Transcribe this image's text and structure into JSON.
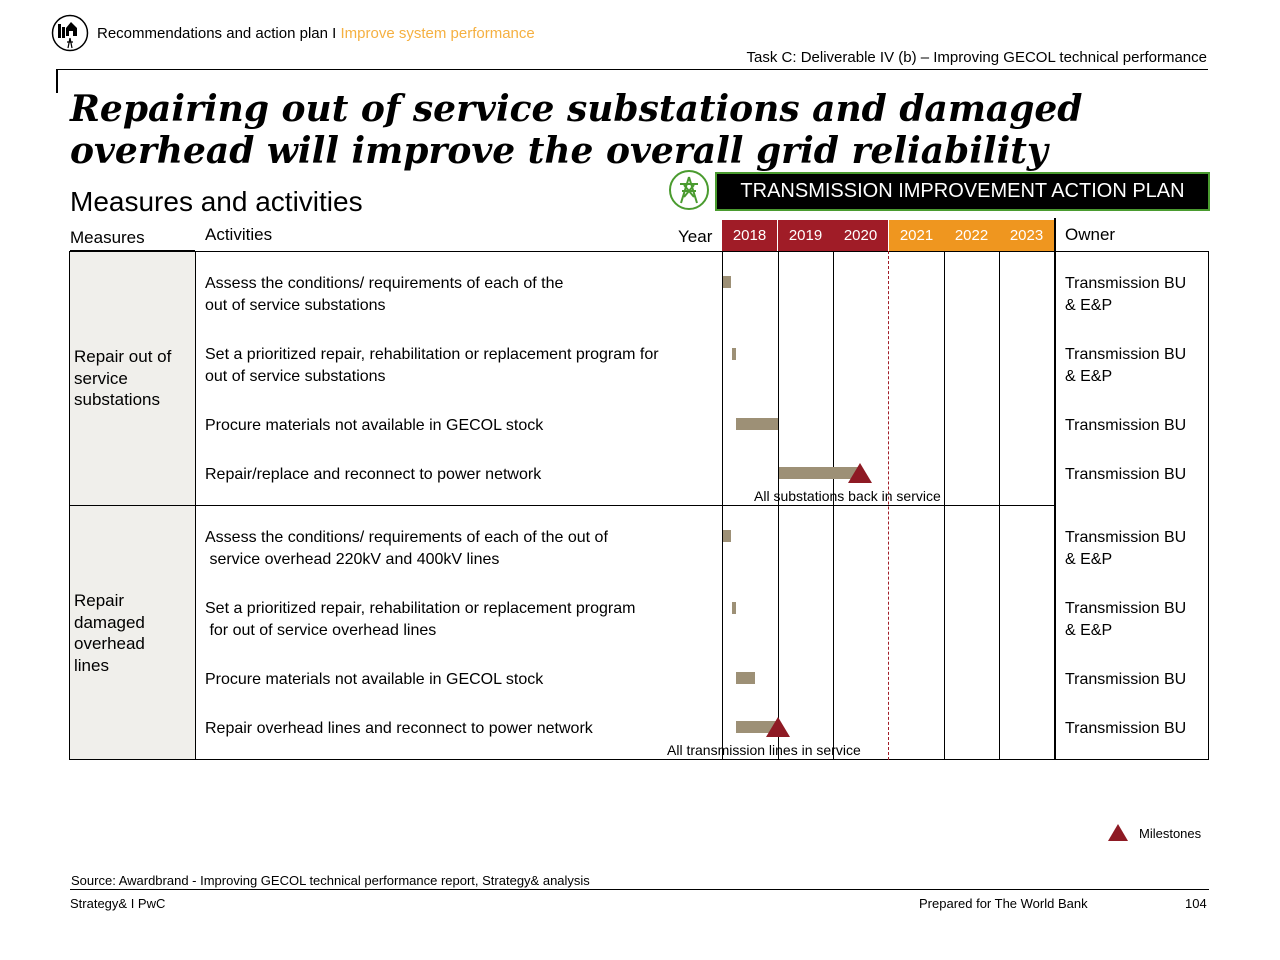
{
  "header": {
    "breadcrumb_main": "Recommendations and action plan I ",
    "breadcrumb_highlight": "Improve system performance",
    "task": "Task C: Deliverable IV (b) – Improving GECOL technical performance"
  },
  "title": "Repairing out of service substations and damaged overhead will improve the overall grid reliability",
  "subtitle": "Measures and activities",
  "banner": "TRANSMISSION IMPROVEMENT ACTION PLAN",
  "table": {
    "col_measures": "Measures",
    "col_activities": "Activities",
    "col_year": "Year",
    "col_owner": "Owner",
    "years": [
      "2018",
      "2019",
      "2020",
      "2021",
      "2022",
      "2023"
    ],
    "groups": [
      {
        "measure": "Repair out of service substations",
        "activities": [
          {
            "line1": "Assess the conditions/ requirements of each of the",
            "line2": "out of service substations",
            "owner1": "Transmission BU",
            "owner2": "& E&P"
          },
          {
            "line1": "Set a prioritized repair, rehabilitation or replacement program for",
            "line2": "out of service substations",
            "owner1": "Transmission BU",
            "owner2": "& E&P"
          },
          {
            "line1": "Procure materials not available in GECOL stock",
            "line2": "",
            "owner1": "Transmission BU",
            "owner2": ""
          },
          {
            "line1": "Repair/replace and reconnect to power network",
            "line2": "",
            "owner1": "Transmission BU",
            "owner2": ""
          }
        ],
        "milestone": "All substations back in service"
      },
      {
        "measure": "Repair damaged overhead lines",
        "activities": [
          {
            "line1": "Assess the conditions/ requirements of each of the out of",
            "line2": " service overhead 220kV and 400kV lines",
            "owner1": "Transmission BU",
            "owner2": "& E&P"
          },
          {
            "line1": "Set a prioritized repair, rehabilitation or replacement program",
            "line2": " for out of service overhead lines",
            "owner1": "Transmission BU",
            "owner2": "& E&P"
          },
          {
            "line1": "Procure materials not available in GECOL stock",
            "line2": "",
            "owner1": "Transmission BU",
            "owner2": ""
          },
          {
            "line1": "Repair overhead lines and reconnect to power network",
            "line2": "",
            "owner1": "Transmission BU",
            "owner2": ""
          }
        ],
        "milestone": "All transmission lines in service"
      }
    ]
  },
  "legend": {
    "milestones": "Milestones"
  },
  "footer": {
    "source": "Source: Awardbrand - Improving GECOL technical performance report, Strategy& analysis",
    "brand": "Strategy& I PwC",
    "prepared": "Prepared for The World Bank",
    "page": "104"
  },
  "colors": {
    "dark_year": "#a01c27",
    "orange_year": "#ef961f",
    "bar": "#9d9076",
    "milestone": "#8e1a24",
    "banner_border": "#4a9b2f"
  }
}
